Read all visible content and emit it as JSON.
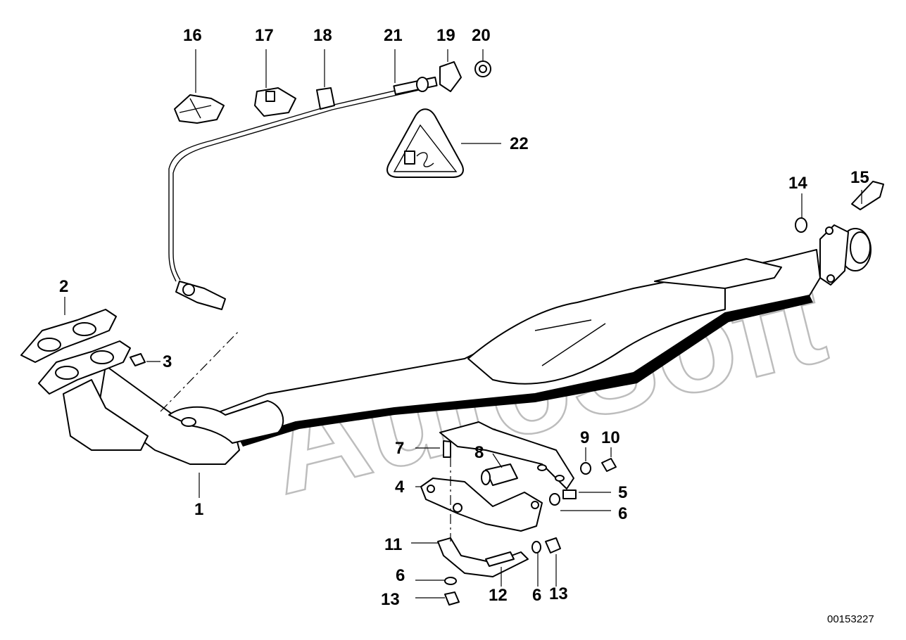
{
  "diagram": {
    "watermark": "AutoSoft",
    "document_number": "00153227",
    "callouts": [
      {
        "id": "c1",
        "text": "1"
      },
      {
        "id": "c2",
        "text": "2"
      },
      {
        "id": "c3",
        "text": "3"
      },
      {
        "id": "c4",
        "text": "4"
      },
      {
        "id": "c5",
        "text": "5"
      },
      {
        "id": "c6a",
        "text": "6"
      },
      {
        "id": "c6b",
        "text": "6"
      },
      {
        "id": "c6c",
        "text": "6"
      },
      {
        "id": "c7",
        "text": "7"
      },
      {
        "id": "c8",
        "text": "8"
      },
      {
        "id": "c9",
        "text": "9"
      },
      {
        "id": "c10",
        "text": "10"
      },
      {
        "id": "c11",
        "text": "11"
      },
      {
        "id": "c12",
        "text": "12"
      },
      {
        "id": "c13a",
        "text": "13"
      },
      {
        "id": "c13b",
        "text": "13"
      },
      {
        "id": "c14",
        "text": "14"
      },
      {
        "id": "c15",
        "text": "15"
      },
      {
        "id": "c16",
        "text": "16"
      },
      {
        "id": "c17",
        "text": "17"
      },
      {
        "id": "c18",
        "text": "18"
      },
      {
        "id": "c19",
        "text": "19"
      },
      {
        "id": "c20",
        "text": "20"
      },
      {
        "id": "c21",
        "text": "21"
      },
      {
        "id": "c22",
        "text": "22"
      }
    ]
  }
}
